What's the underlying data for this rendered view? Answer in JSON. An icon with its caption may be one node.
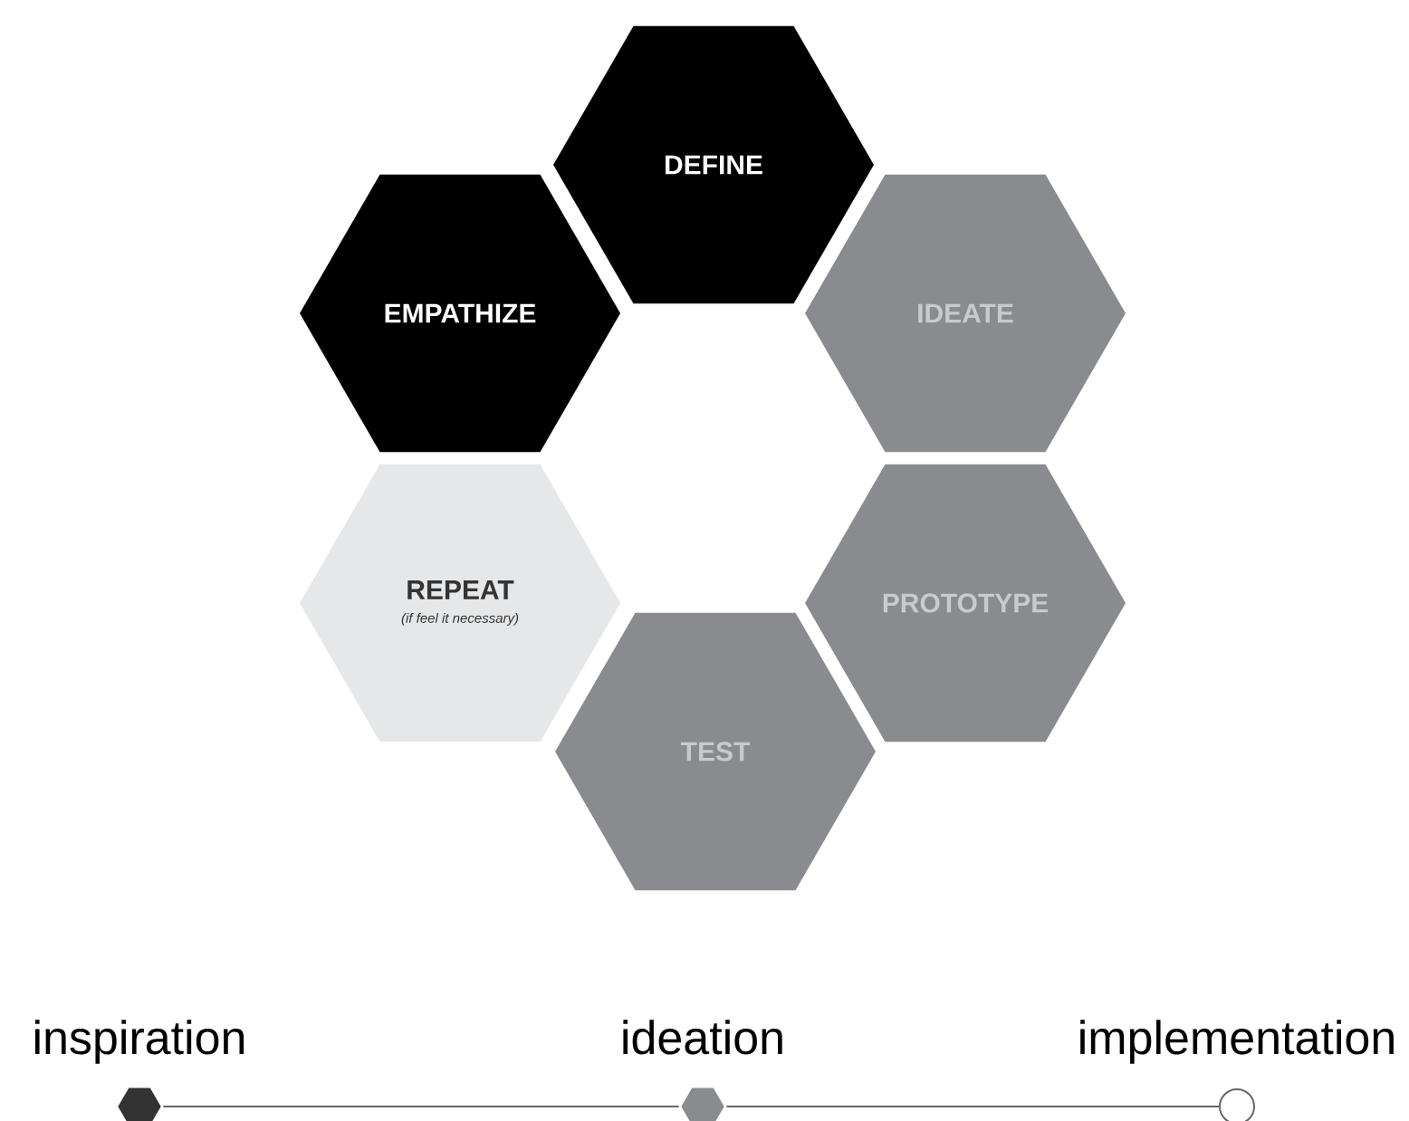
{
  "diagram": {
    "nodes": [
      {
        "text": [
          "DEFINE"
        ]
      },
      {
        "text": [
          "EMPATHIZE"
        ]
      },
      {
        "text": [
          "IDEATE"
        ]
      },
      {
        "text": [
          "REPEAT",
          "(if feel it necessary)"
        ]
      },
      {
        "text": [
          "PROTOTYPE"
        ]
      },
      {
        "text": [
          "TEST"
        ]
      },
      {
        "text": [],
        "shape": "hexagon",
        "beside": [
          "inspiration"
        ]
      },
      {
        "text": [],
        "shape": "hexagon",
        "beside": [
          "ideation"
        ]
      },
      {
        "text": [],
        "shape": "circle",
        "beside": [
          "implementation"
        ]
      }
    ],
    "edges": [
      {
        "from": 6,
        "to": 7,
        "arrow": "none"
      },
      {
        "from": 7,
        "to": 8,
        "arrow": "none"
      }
    ]
  }
}
